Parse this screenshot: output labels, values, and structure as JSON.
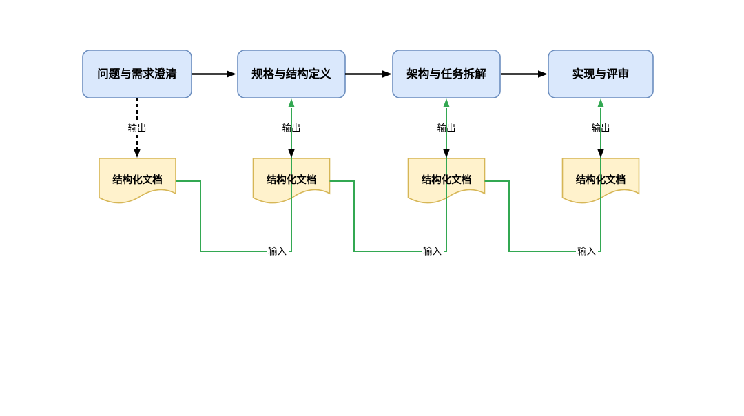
{
  "diagram": {
    "type": "flowchart",
    "direction": "left-to-right",
    "stages": [
      {
        "label": "问题与需求澄清",
        "output_label": "输出",
        "artifact": "结构化文档"
      },
      {
        "label": "规格与结构定义",
        "output_label": "输出",
        "input_label": "输入",
        "artifact": "结构化文档"
      },
      {
        "label": "架构与任务拆解",
        "output_label": "输出",
        "input_label": "输入",
        "artifact": "结构化文档"
      },
      {
        "label": "实现与评审",
        "output_label": "输出",
        "input_label": "输入",
        "artifact": "结构化文档"
      }
    ],
    "colors": {
      "canvas_bg": "#ffffff",
      "stage_fill": "#dae8fc",
      "stage_border": "#6c8ebf",
      "doc_fill": "#fff2cc",
      "doc_border": "#d6b656",
      "flow_black": "#000000",
      "io_green": "#33a852",
      "label_text": "#000000"
    }
  }
}
